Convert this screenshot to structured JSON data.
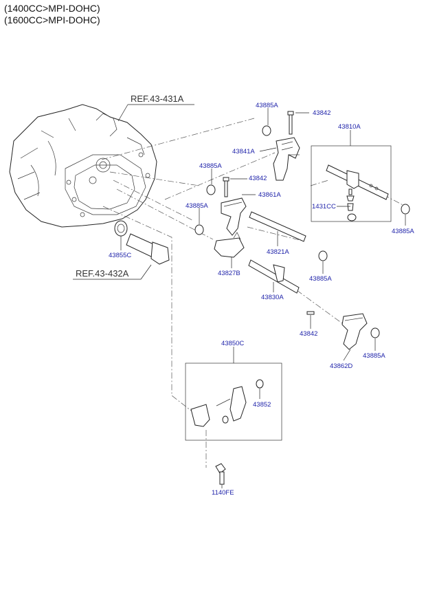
{
  "header": {
    "line1": "(1400CC>MPI-DOHC)",
    "line2": "(1600CC>MPI-DOHC)"
  },
  "references": {
    "ref1": "REF.43-431A",
    "ref2": "REF.43-432A"
  },
  "parts": {
    "p43885A_1": "43885A",
    "p43842_1": "43842",
    "p43810A": "43810A",
    "p43841A": "43841A",
    "p43885A_2": "43885A",
    "p43842_2": "43842",
    "p43861A": "43861A",
    "p43885A_3": "43885A",
    "p1431CC": "1431CC",
    "p43885A_4": "43885A",
    "p43821A": "43821A",
    "p43855C": "43855C",
    "p43827B": "43827B",
    "p43885A_5": "43885A",
    "p43830A": "43830A",
    "p43842_3": "43842",
    "p43885A_6": "43885A",
    "p43862D": "43862D",
    "p43850C": "43850C",
    "p43852": "43852",
    "p1140FE": "1140FE"
  }
}
